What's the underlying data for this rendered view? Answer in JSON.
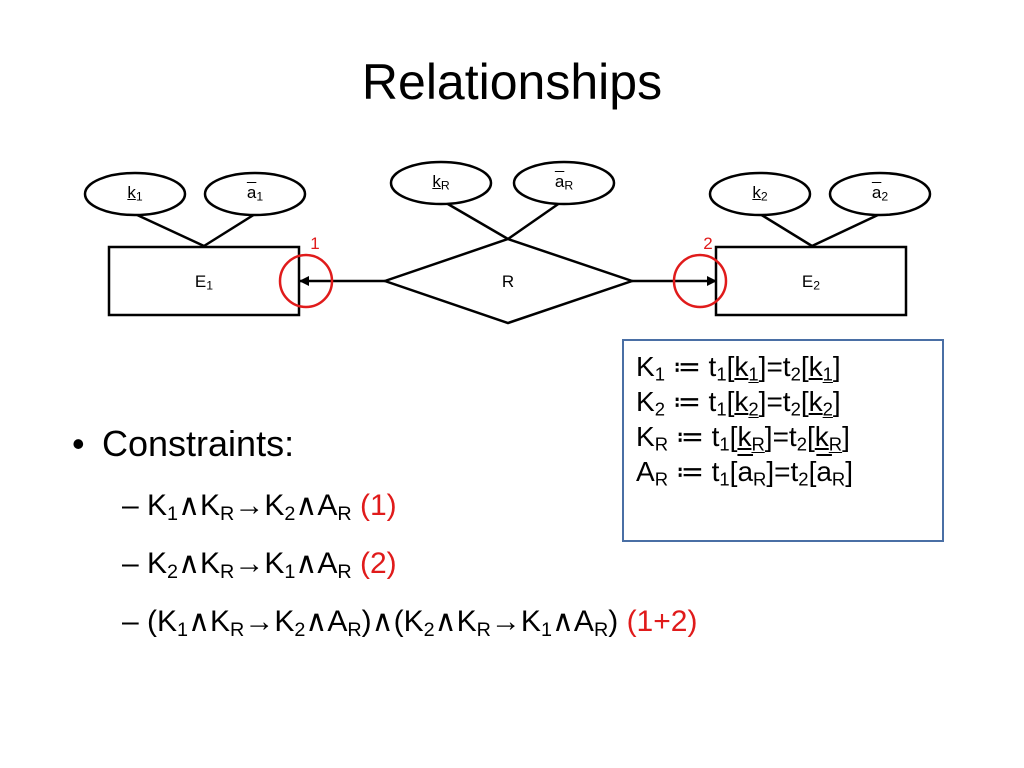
{
  "slide": {
    "title": "Relationships"
  },
  "diagram": {
    "entity1": {
      "label": "E",
      "sub": "1"
    },
    "entity2": {
      "label": "E",
      "sub": "2"
    },
    "relationship": {
      "label": "R"
    },
    "attr_k1": {
      "label": "k",
      "sub": "1"
    },
    "attr_a1": {
      "label": "a",
      "sub": "1"
    },
    "attr_kR": {
      "label": "k",
      "sub": "R"
    },
    "attr_aR": {
      "label": "a",
      "sub": "R"
    },
    "attr_k2": {
      "label": "k",
      "sub": "2"
    },
    "attr_a2": {
      "label": "a",
      "sub": "2"
    },
    "marker1": "1",
    "marker2": "2",
    "colors": {
      "stroke": "#000000",
      "marker": "#e01b1b",
      "box_border": "#4a6fa5"
    }
  },
  "definitions": [
    {
      "name": "K",
      "sub": "1",
      "op": " ≔ ",
      "t1": "t",
      "t1sub": "1",
      "attr": "k",
      "attrsub": "1",
      "eq": "=",
      "t2": "t",
      "t2sub": "2"
    },
    {
      "name": "K",
      "sub": "2",
      "op": " ≔ ",
      "t1": "t",
      "t1sub": "1",
      "attr": "k",
      "attrsub": "2",
      "eq": "=",
      "t2": "t",
      "t2sub": "2"
    },
    {
      "name": "K",
      "sub": "R",
      "op": " ≔ ",
      "t1": "t",
      "t1sub": "1",
      "attr": "k",
      "attrsub": "R",
      "eq": "=",
      "t2": "t",
      "t2sub": "2"
    },
    {
      "name": "A",
      "sub": "R",
      "op": " ≔ ",
      "t1": "t",
      "t1sub": "1",
      "attr": "a",
      "attrsub": "R",
      "eq": "=",
      "t2": "t",
      "t2sub": "2"
    }
  ],
  "constraints": {
    "heading": "Constraints:",
    "bullet": "•",
    "dash": "–",
    "lines": [
      {
        "tokens": [
          [
            "K",
            "1"
          ],
          [
            "∧",
            ""
          ],
          [
            "K",
            "R"
          ],
          [
            "→",
            ""
          ],
          [
            "K",
            "2"
          ],
          [
            "∧",
            ""
          ],
          [
            "A",
            "R"
          ]
        ],
        "ref": "(1)"
      },
      {
        "tokens": [
          [
            "K",
            "2"
          ],
          [
            "∧",
            ""
          ],
          [
            "K",
            "R"
          ],
          [
            "→",
            ""
          ],
          [
            "K",
            "1"
          ],
          [
            "∧",
            ""
          ],
          [
            "A",
            "R"
          ]
        ],
        "ref": "(2)"
      },
      {
        "tokens": [
          [
            "(",
            ""
          ],
          [
            "K",
            "1"
          ],
          [
            "∧",
            ""
          ],
          [
            "K",
            "R"
          ],
          [
            "→",
            ""
          ],
          [
            "K",
            "2"
          ],
          [
            "∧",
            ""
          ],
          [
            "A",
            "R"
          ],
          [
            ")∧(",
            ""
          ],
          [
            "K",
            "2"
          ],
          [
            "∧",
            ""
          ],
          [
            "K",
            "R"
          ],
          [
            "→",
            ""
          ],
          [
            "K",
            "1"
          ],
          [
            "∧",
            ""
          ],
          [
            "A",
            "R"
          ],
          [
            ")",
            ""
          ]
        ],
        "ref": "(1+2)"
      }
    ]
  }
}
